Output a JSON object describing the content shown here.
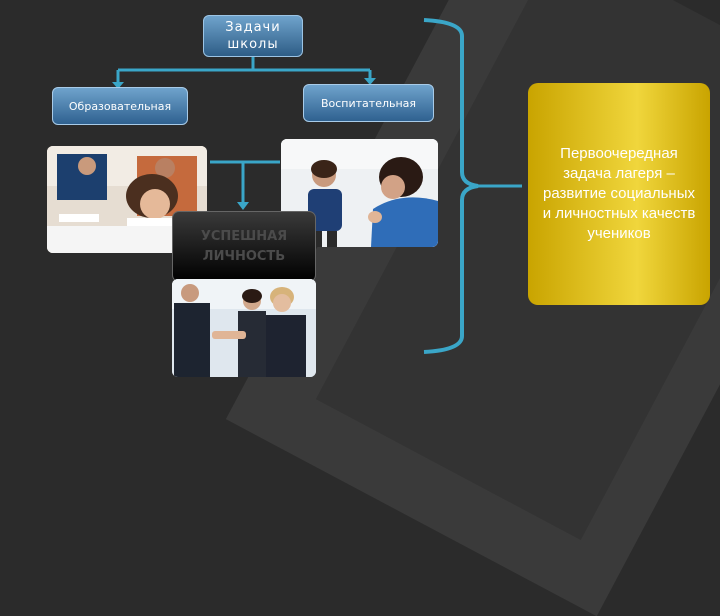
{
  "diagram": {
    "top_box": {
      "line1": "Задачи",
      "line2": "школы"
    },
    "educational_label": "Образовательная",
    "upbringing_label": "Воспитательная",
    "success_box": {
      "line1": "УСПЕШНАЯ",
      "line2": "ЛИЧНОСТЬ"
    },
    "summary_text": "Первоочередная задача лагеря – развитие социальных и личностных качеств учеников"
  },
  "colors": {
    "background": "#2b2b2b",
    "box_blue": "#4a82b0",
    "connector": "#3aa6c8",
    "gold_panel": "#e0c020"
  }
}
